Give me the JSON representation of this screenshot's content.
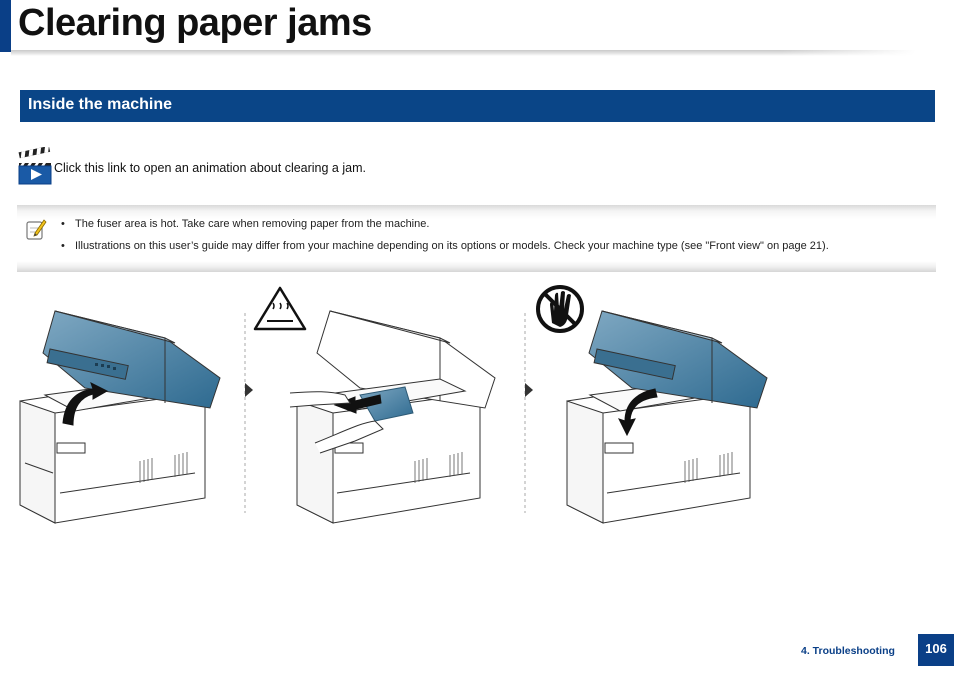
{
  "page": {
    "title": "Clearing paper jams",
    "section_title": "Inside the machine",
    "animation_link_text": "Click this link to open an animation about clearing a jam.",
    "notes": [
      "The fuser area is hot. Take care when removing paper from the machine.",
      "Illustrations on this user’s guide may differ from your machine depending on its options or models. Check your machine type (see \"Front view\" on page 21)."
    ]
  },
  "footer": {
    "chapter": "4.  Troubleshooting",
    "page_number": "106"
  },
  "colors": {
    "brand_blue": "#0a4587",
    "scanner_blue": "#2e6a90"
  },
  "icons": [
    "clapperboard-play-icon",
    "note-pencil-icon",
    "hot-surface-warning-icon",
    "do-not-touch-icon",
    "curved-arrow-up-icon",
    "curved-arrow-down-icon",
    "step-arrow-icon"
  ]
}
